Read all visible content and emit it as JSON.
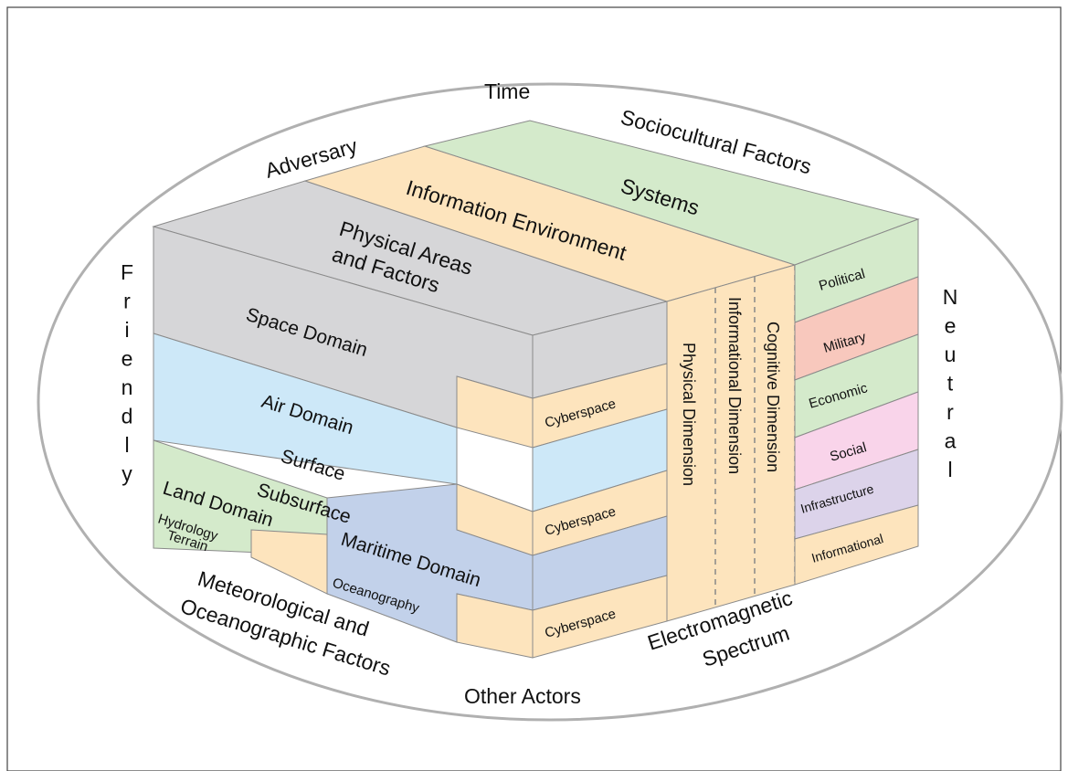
{
  "colors": {
    "gray": "#d6d6d8",
    "orange": "#fde4bd",
    "green": "#d4eacb",
    "blue": "#cde8f8",
    "slate": "#c2d1ea",
    "red": "#f8c8bd",
    "pink": "#f9d4ea",
    "lavender": "#dcd3ea",
    "oval_stroke": "#b0b0b0"
  },
  "outer": {
    "time": "Time",
    "adversary": "Adversary",
    "sociocultural": "Sociocultural Factors",
    "friendly": "Friendly",
    "neutral": "Neutral",
    "meteorological_1": "Meteorological and",
    "meteorological_2": "Oceanographic Factors",
    "other_actors": "Other Actors",
    "electromagnetic_1": "Electromagnetic",
    "electromagnetic_2": "Spectrum"
  },
  "top": {
    "systems": "Systems",
    "information_environment": "Information Environment",
    "physical_areas_1": "Physical Areas",
    "physical_areas_2": "and Factors"
  },
  "front": {
    "space_domain": "Space Domain",
    "air_domain": "Air Domain",
    "surface": "Surface",
    "subsurface": "Subsurface",
    "land_domain": "Land Domain",
    "hydrology": "Hydrology",
    "terrain": "Terrain",
    "maritime_domain": "Maritime Domain",
    "oceanography": "Oceanography"
  },
  "side": {
    "cyberspace_1": "Cyberspace",
    "cyberspace_2": "Cyberspace",
    "cyberspace_3": "Cyberspace",
    "physical_dimension": "Physical Dimension",
    "informational_dimension": "Informational Dimension",
    "cognitive_dimension": "Cognitive Dimension"
  },
  "systems_list": [
    "Political",
    "Military",
    "Economic",
    "Social",
    "Infrastructure",
    "Informational"
  ]
}
